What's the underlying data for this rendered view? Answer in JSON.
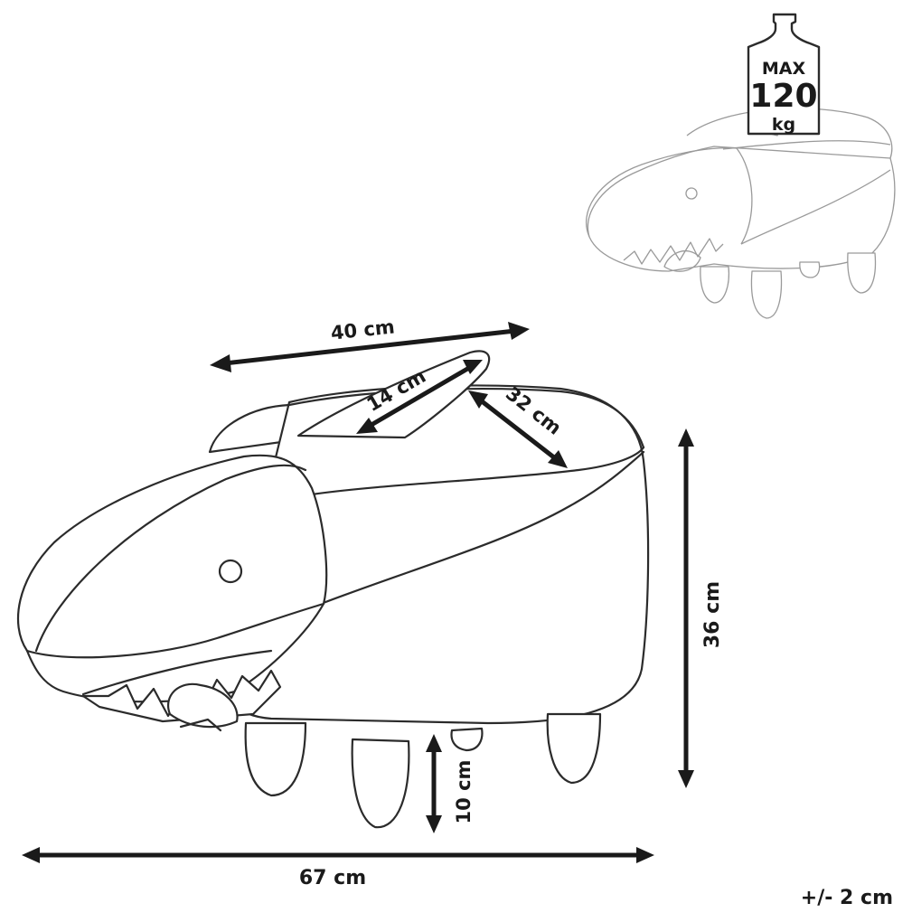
{
  "weight_badge": {
    "line1": "MAX",
    "line2": "120",
    "line3": "kg"
  },
  "dimensions": {
    "seat_depth": "40 cm",
    "fin_length": "14 cm",
    "seat_diameter": "32 cm",
    "height": "36 cm",
    "leg_height": "10 cm",
    "length": "67 cm",
    "tolerance": "+/- 2 cm"
  }
}
